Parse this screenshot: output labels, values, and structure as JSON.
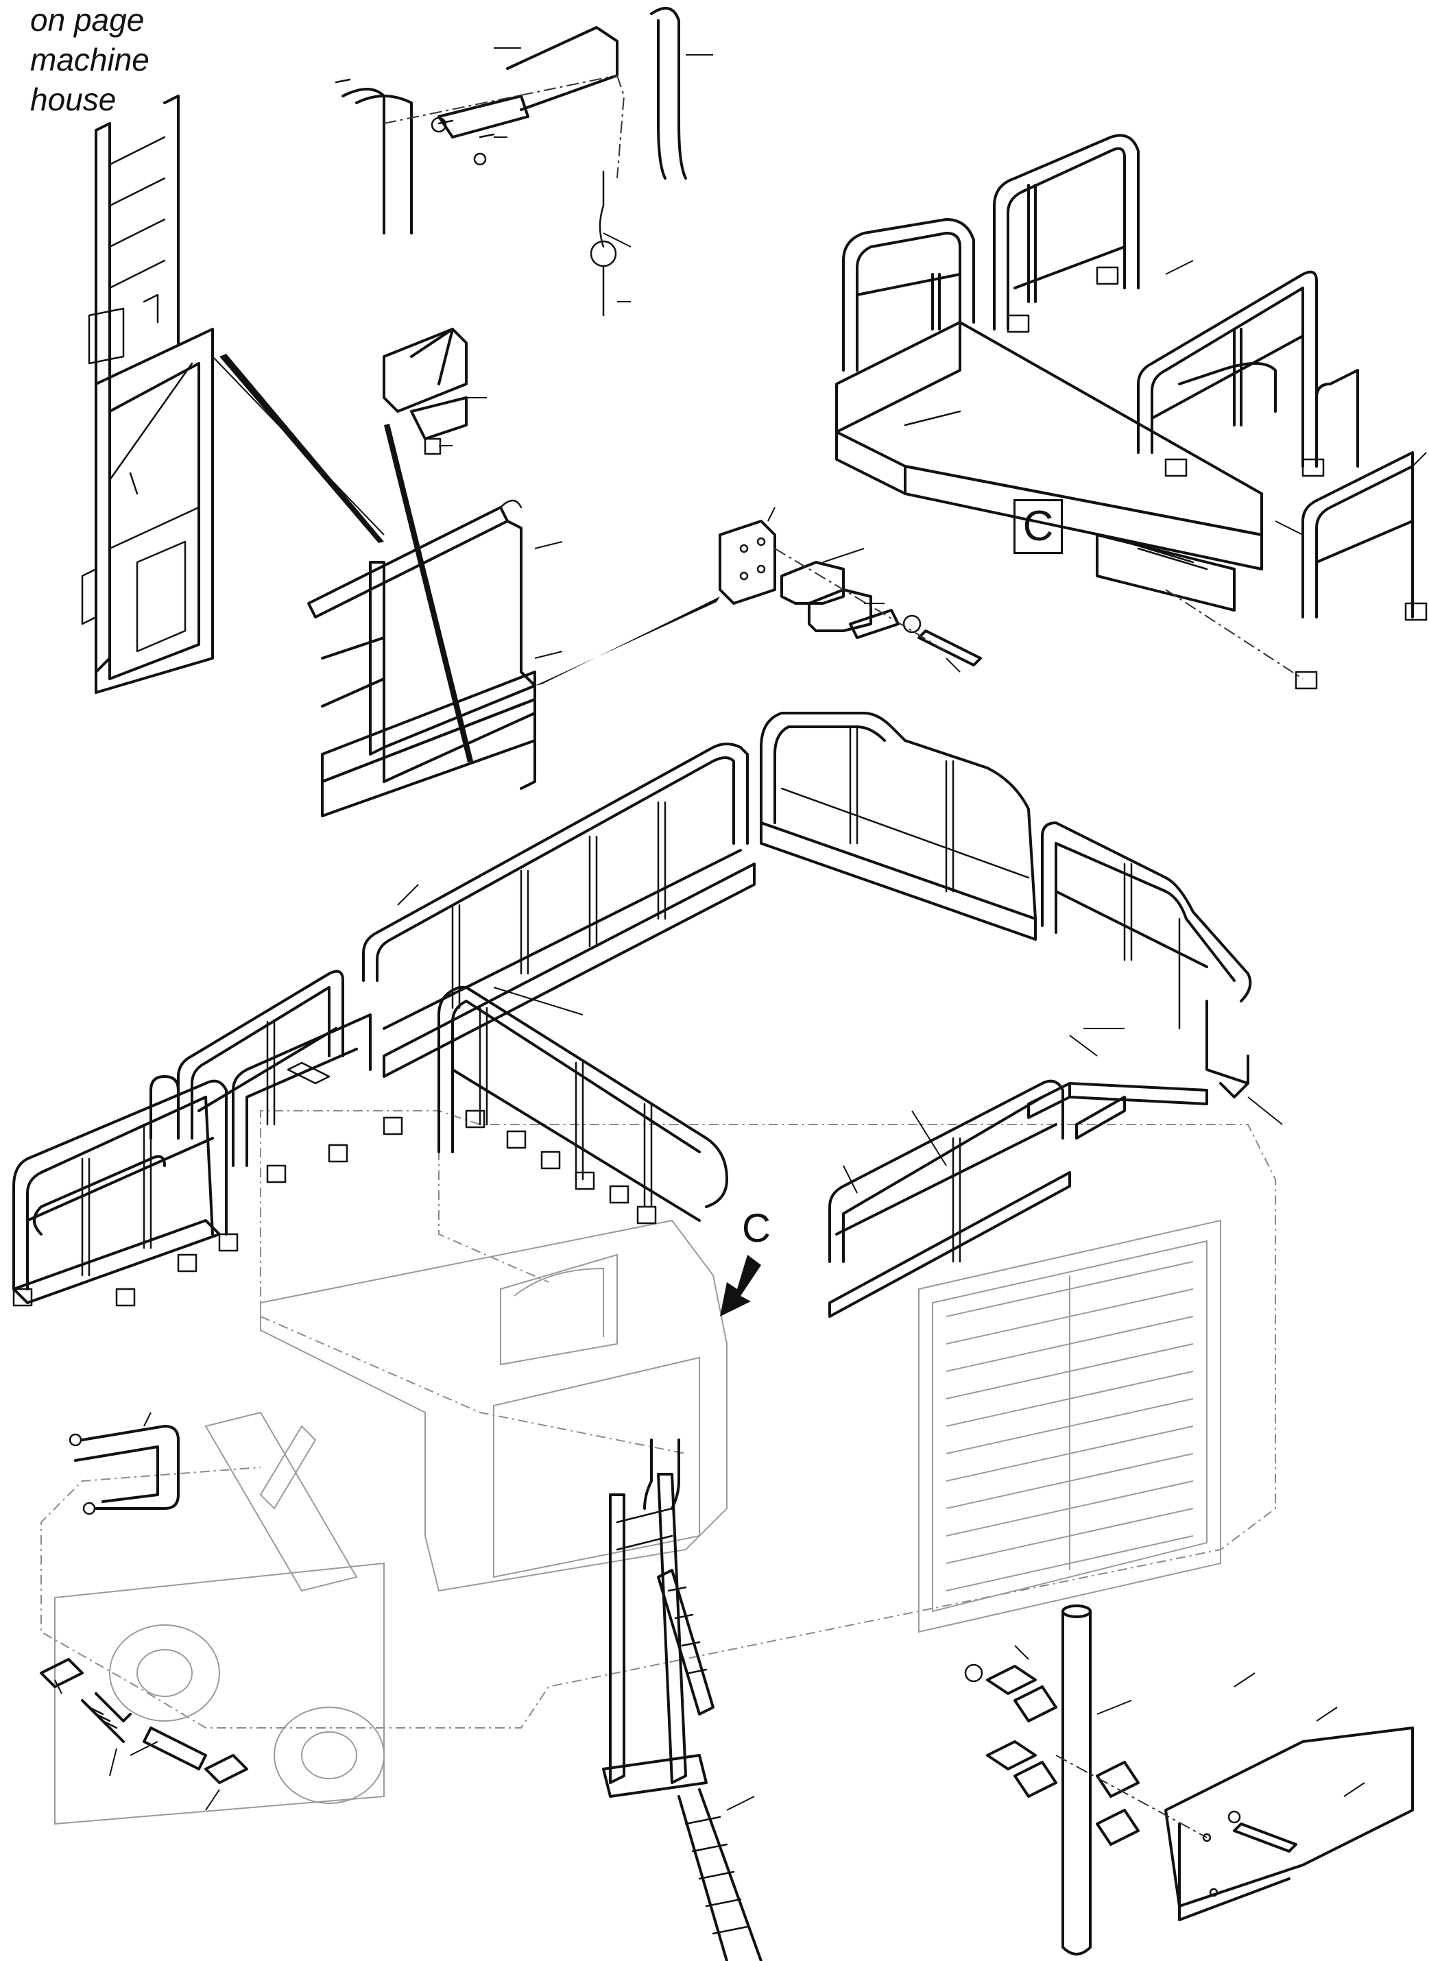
{
  "note": {
    "line1": "on page",
    "line2": "machine",
    "line3": "house"
  },
  "view_label_boxed": "C",
  "view_arrow_label": "C",
  "icons": {
    "view_arrow": "arrow-down-left-icon"
  }
}
